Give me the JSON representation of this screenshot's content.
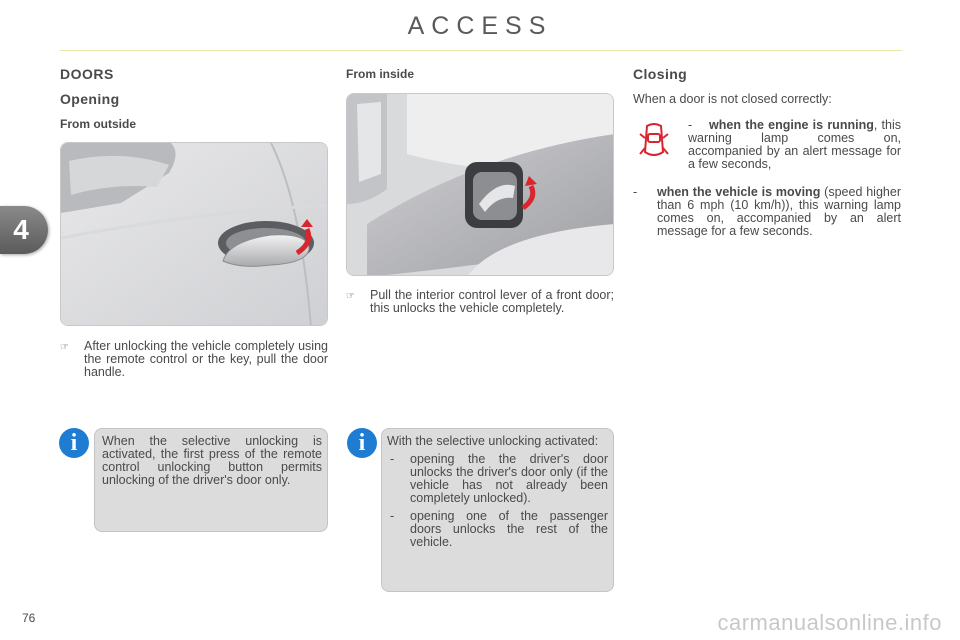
{
  "header": {
    "title": "ACCESS",
    "chapter": "4"
  },
  "left": {
    "section": "DOORS",
    "subsection": "Opening",
    "subheading": "From outside",
    "bullet_mark": "☞",
    "bullet": "After unlocking the vehicle completely using the remote control or the key, pull the door handle.",
    "info": "When the selective unlocking is activated, the first press of the remote control unlocking button permits unlocking of the driver's door only."
  },
  "middle": {
    "subheading": "From inside",
    "bullet_mark": "☞",
    "bullet": "Pull the interior control lever of a front door; this unlocks the vehicle completely.",
    "info_intro": "With the selective unlocking activated:",
    "info_items": [
      {
        "dash": "-",
        "text": "opening the the driver's door unlocks the driver's door only (if the vehicle has not already been completely unlocked)."
      },
      {
        "dash": "-",
        "text": "opening one of the passenger doors unlocks the rest of the vehicle."
      }
    ]
  },
  "right": {
    "heading": "Closing",
    "intro": "When a door is not closed correctly:",
    "item1": {
      "dash": "-",
      "bold": "when the engine is running",
      "rest": ", this warning lamp comes on, accompanied by an alert message for a few seconds,"
    },
    "item2": {
      "dash": "-",
      "bold": "when the vehicle is moving",
      "rest": " (speed higher than 6 mph (10 km/h)), this warning lamp comes on, accompanied by an alert message for a few seconds."
    }
  },
  "icons": {
    "info": "i",
    "info_color": "#1e7dd3",
    "warning_color": "#d9262e",
    "warning_icon": "door-open-warning-icon"
  },
  "footer": {
    "page_number": "76",
    "watermark": "carmanualsonline.info"
  }
}
